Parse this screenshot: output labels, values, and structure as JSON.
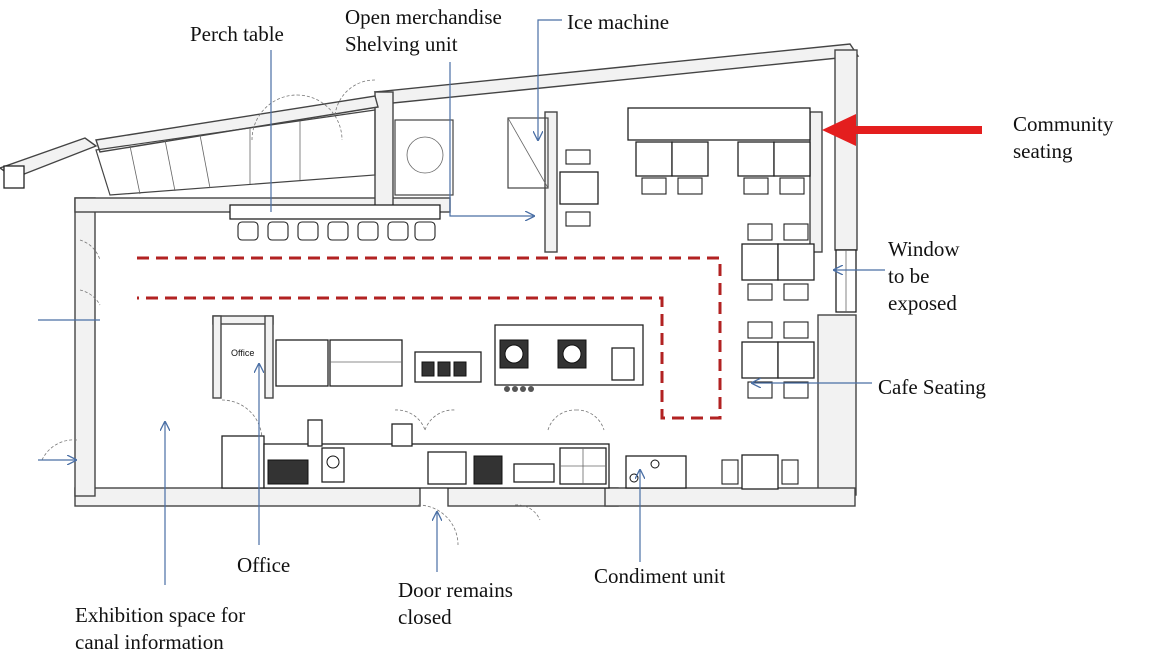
{
  "diagram": {
    "labels": {
      "perch_table": "Perch table",
      "open_merch_line1": "Open merchandise",
      "open_merch_line2": "Shelving unit",
      "ice_machine": "Ice machine",
      "community_line1": "Community",
      "community_line2": "seating",
      "window_line1": "Window",
      "window_line2": "to be",
      "window_line3": "exposed",
      "cafe_seating": "Cafe Seating",
      "office": "Office",
      "office_room_tag": "Office",
      "door_line1": "Door remains",
      "door_line2": "closed",
      "condiment": "Condiment unit",
      "exhibition_line1": "Exhibition space for",
      "exhibition_line2": "canal information"
    },
    "colors": {
      "annotation_arrow": "#e41e1e",
      "leader_lines": "#4a6fa5",
      "route_dashes": "#b22222",
      "walls": "#f2f2f2"
    }
  }
}
